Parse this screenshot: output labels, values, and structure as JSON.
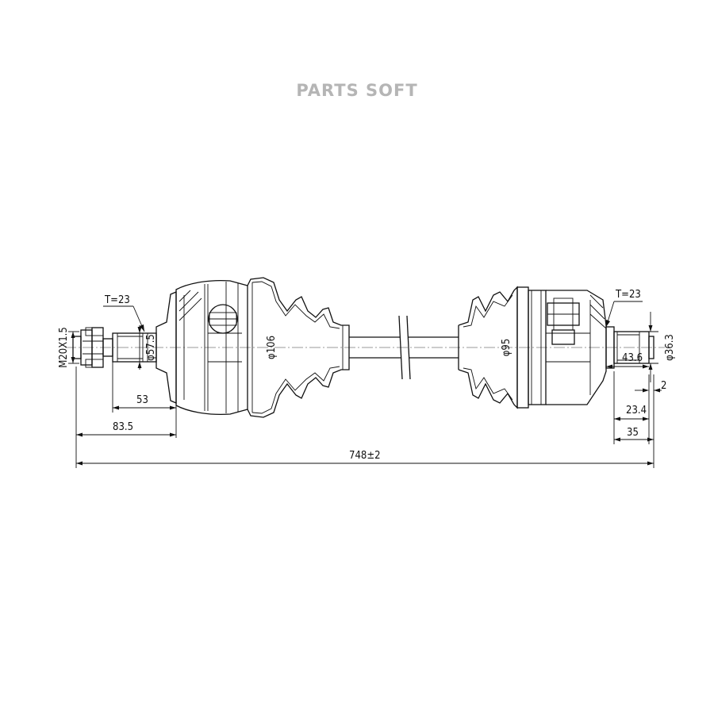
{
  "watermark": "PARTS SOFT",
  "dimensions": {
    "thread": "M20X1.5",
    "t_left": "T=23",
    "t_right": "T=23",
    "dia_57_5": "φ57.5",
    "dia_106": "φ106",
    "dia_95": "φ95",
    "dia_36_3": "φ36.3",
    "len_53": "53",
    "len_83_5": "83.5",
    "total_length": "748±2",
    "len_43_6": "43.6",
    "len_2": "2",
    "len_23_4": "23.4",
    "len_35": "35"
  }
}
